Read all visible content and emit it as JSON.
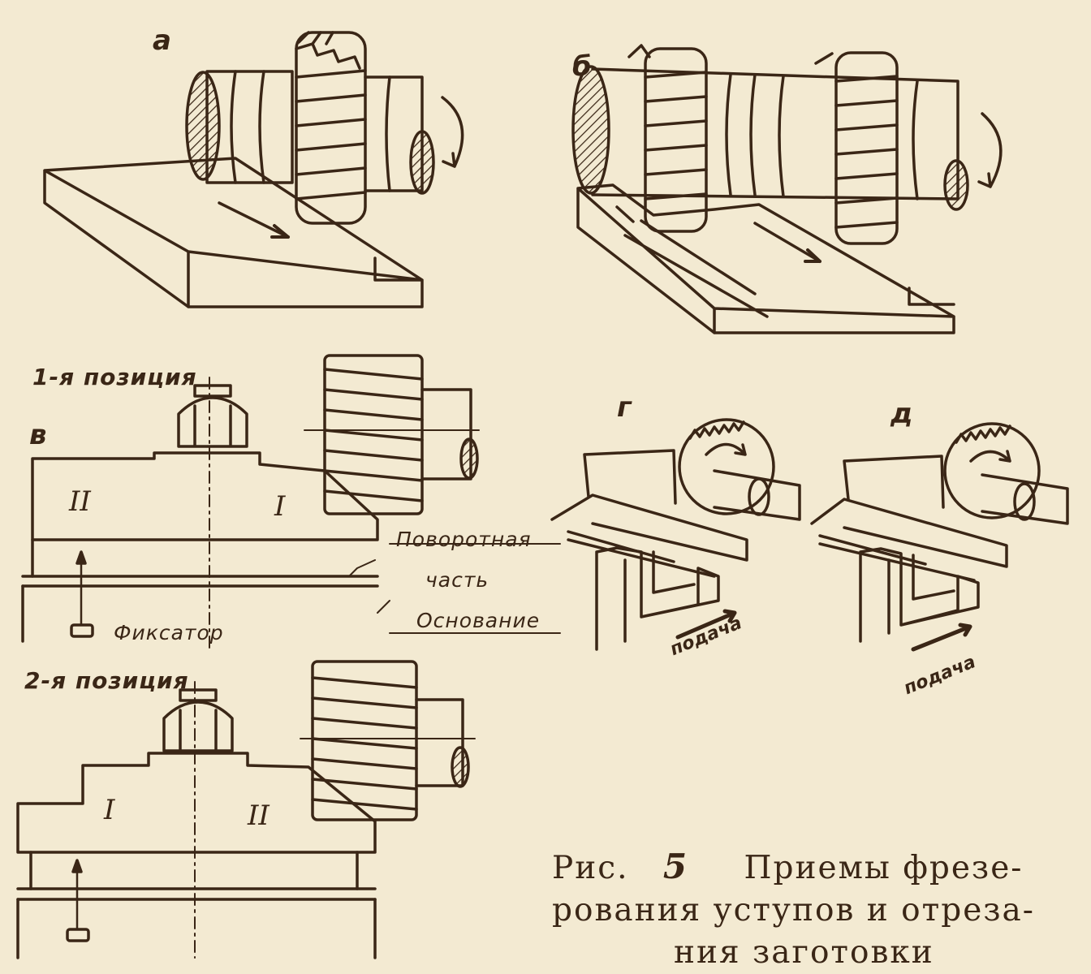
{
  "labels": {
    "a": "а",
    "b": "б",
    "v": "в",
    "g": "г",
    "d": "д"
  },
  "positions": {
    "first": "1-я позиция",
    "second": "2-я позиция"
  },
  "roman": {
    "pos1_left": "II",
    "pos1_right": "I",
    "pos2_left": "I",
    "pos2_right": "II"
  },
  "callouts": {
    "rotary_part_line1": "Поворотная",
    "rotary_part_line2": "часть",
    "base": "Основание",
    "latch": "Фиксатор"
  },
  "feed": {
    "g": "подача",
    "d": "подача"
  },
  "caption": {
    "prefix": "Рис.",
    "number": "5",
    "line1": "Приемы фрезе-",
    "line2": "рования уступов и отреза-",
    "line3": "ния заготовки"
  },
  "colors": {
    "paper": "#f3ead2",
    "ink": "#3a2616"
  }
}
